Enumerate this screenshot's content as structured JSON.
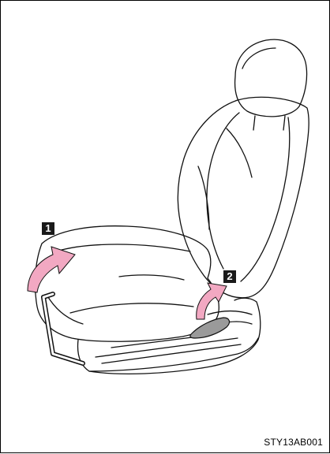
{
  "figure": {
    "callouts": [
      "1",
      "2"
    ],
    "code": "STY13AB001"
  },
  "colors": {
    "arrow_fill": "#f2a8c2",
    "lever_fill": "#9a9a9a",
    "line": "#111111"
  },
  "icons": {
    "arrow": "curved-up-arrow-icon",
    "lever": "seat-height-lever-icon"
  }
}
